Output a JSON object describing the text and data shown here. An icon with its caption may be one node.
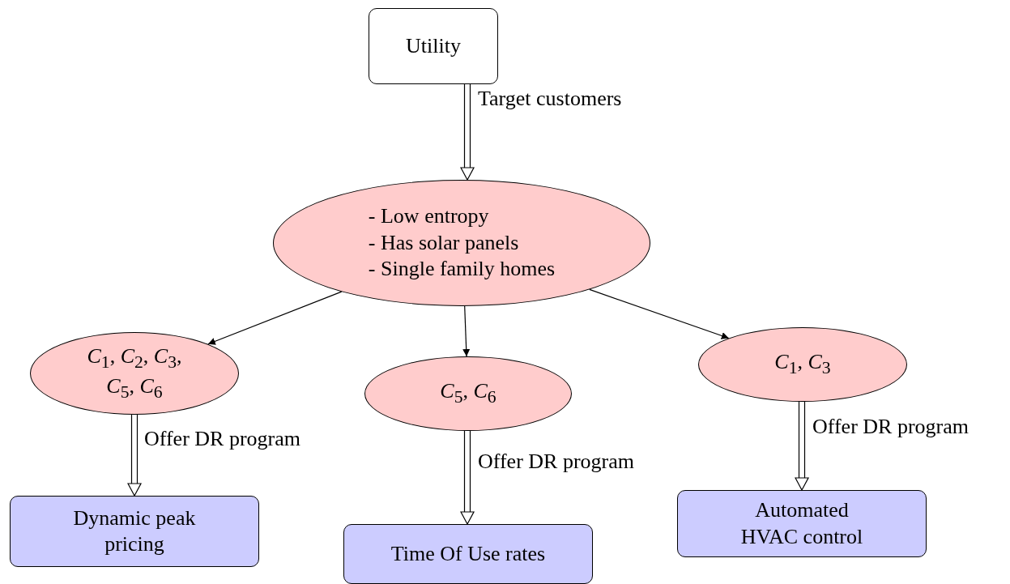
{
  "diagram": {
    "nodes": [
      {
        "text": [
          "Utility"
        ]
      },
      {
        "text": [
          "- Low entropy",
          "- Has solar panels",
          "- Single family homes"
        ]
      },
      {
        "text": [
          "*C*$_{1}$, *C*$_{2}$, *C*$_{3}$, *C*$_{5}$, *C*$_{6}$"
        ]
      },
      {
        "text": [
          "*C*$_{5}$, *C*$_{6}$"
        ]
      },
      {
        "text": [
          "*C*$_{1}$, *C*$_{3}$"
        ]
      },
      {
        "text": [
          "Dynamic peak pricing"
        ]
      },
      {
        "text": [
          "Time Of Use rates"
        ]
      },
      {
        "text": [
          "Automated HVAC control"
        ]
      }
    ],
    "edges": [
      {
        "from": 0,
        "to": 1,
        "arrow": "to",
        "label": "Target customers"
      },
      {
        "from": 1,
        "to": 2,
        "arrow": "to"
      },
      {
        "from": 1,
        "to": 3,
        "arrow": "to"
      },
      {
        "from": 1,
        "to": 4,
        "arrow": "to"
      },
      {
        "from": 2,
        "to": 5,
        "arrow": "to",
        "label": "Offer DR program"
      },
      {
        "from": 3,
        "to": 6,
        "arrow": "to",
        "label": "Offer DR program"
      },
      {
        "from": 4,
        "to": 7,
        "arrow": "to",
        "label": "Offer DR program"
      }
    ]
  }
}
